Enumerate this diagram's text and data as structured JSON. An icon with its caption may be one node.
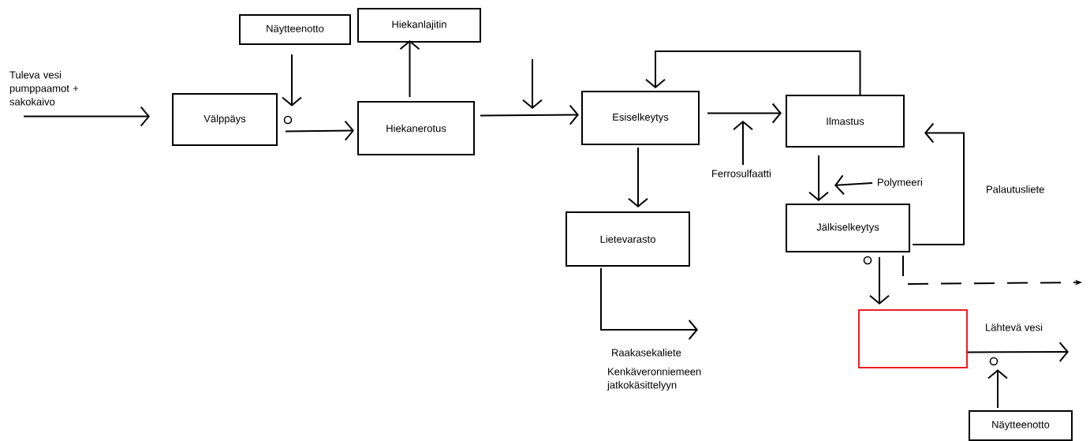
{
  "diagram": {
    "nodes": [
      {
        "text": [
          "Tuleva vesi pumppaamot + sakokaivo"
        ]
      },
      {
        "text": [
          "Näytteenotto"
        ]
      },
      {
        "text": [],
        "shape": "circle"
      },
      {
        "text": [
          "Välppäys"
        ]
      },
      {
        "text": [
          "Hiekanlajitin"
        ]
      },
      {
        "text": [
          "Hiekanerotus"
        ]
      },
      {
        "text": [
          "Esiselkeytys"
        ]
      },
      {
        "text": [
          "Ilmastus"
        ]
      },
      {
        "text": [
          "Ferrosulfaatti"
        ]
      },
      {
        "text": [
          "Polymeeri"
        ]
      },
      {
        "text": [
          "Lietevarasto"
        ]
      },
      {
        "text": [
          "Jälkiselkeytys"
        ]
      },
      {
        "text": [],
        "shape": "box"
      },
      {
        "text": [],
        "shape": "circle"
      },
      {
        "text": [
          "Näytteenotto"
        ]
      }
    ],
    "edges": [
      {
        "from": 0,
        "to": 3,
        "arrow": "to"
      },
      {
        "from": 1,
        "to": 2,
        "arrow": "to"
      },
      {
        "from": 3,
        "to": 5,
        "arrow": "to"
      },
      {
        "from": 5,
        "to": 4,
        "arrow": "to"
      },
      {
        "from": 5,
        "to": 6,
        "arrow": "to"
      },
      {
        "from": 7,
        "to": 6,
        "arrow": "to"
      },
      {
        "from": 6,
        "to": 7,
        "arrow": "to"
      },
      {
        "from": 8,
        "to": null,
        "arrow": "to"
      },
      {
        "from": 6,
        "to": 10,
        "arrow": "to"
      },
      {
        "from": 7,
        "to": 11,
        "arrow": "to"
      },
      {
        "from": 9,
        "to": 11,
        "arrow": "to"
      },
      {
        "from": 11,
        "to": 7,
        "arrow": "to",
        "label": "Palautusliete"
      },
      {
        "from": 11,
        "to": 12,
        "arrow": "to"
      },
      {
        "from": 11,
        "to": null,
        "arrow": "to",
        "style": "dashed"
      },
      {
        "from": 10,
        "to": null,
        "arrow": "to"
      },
      {
        "from": 12,
        "to": null,
        "arrow": "to",
        "label": "Lähtevä vesi"
      },
      {
        "from": 14,
        "to": 13,
        "arrow": "to"
      }
    ],
    "labels": [
      "Raakasekaliete",
      "Kenkäveronniemeen jatkokäsittelyyn"
    ]
  }
}
